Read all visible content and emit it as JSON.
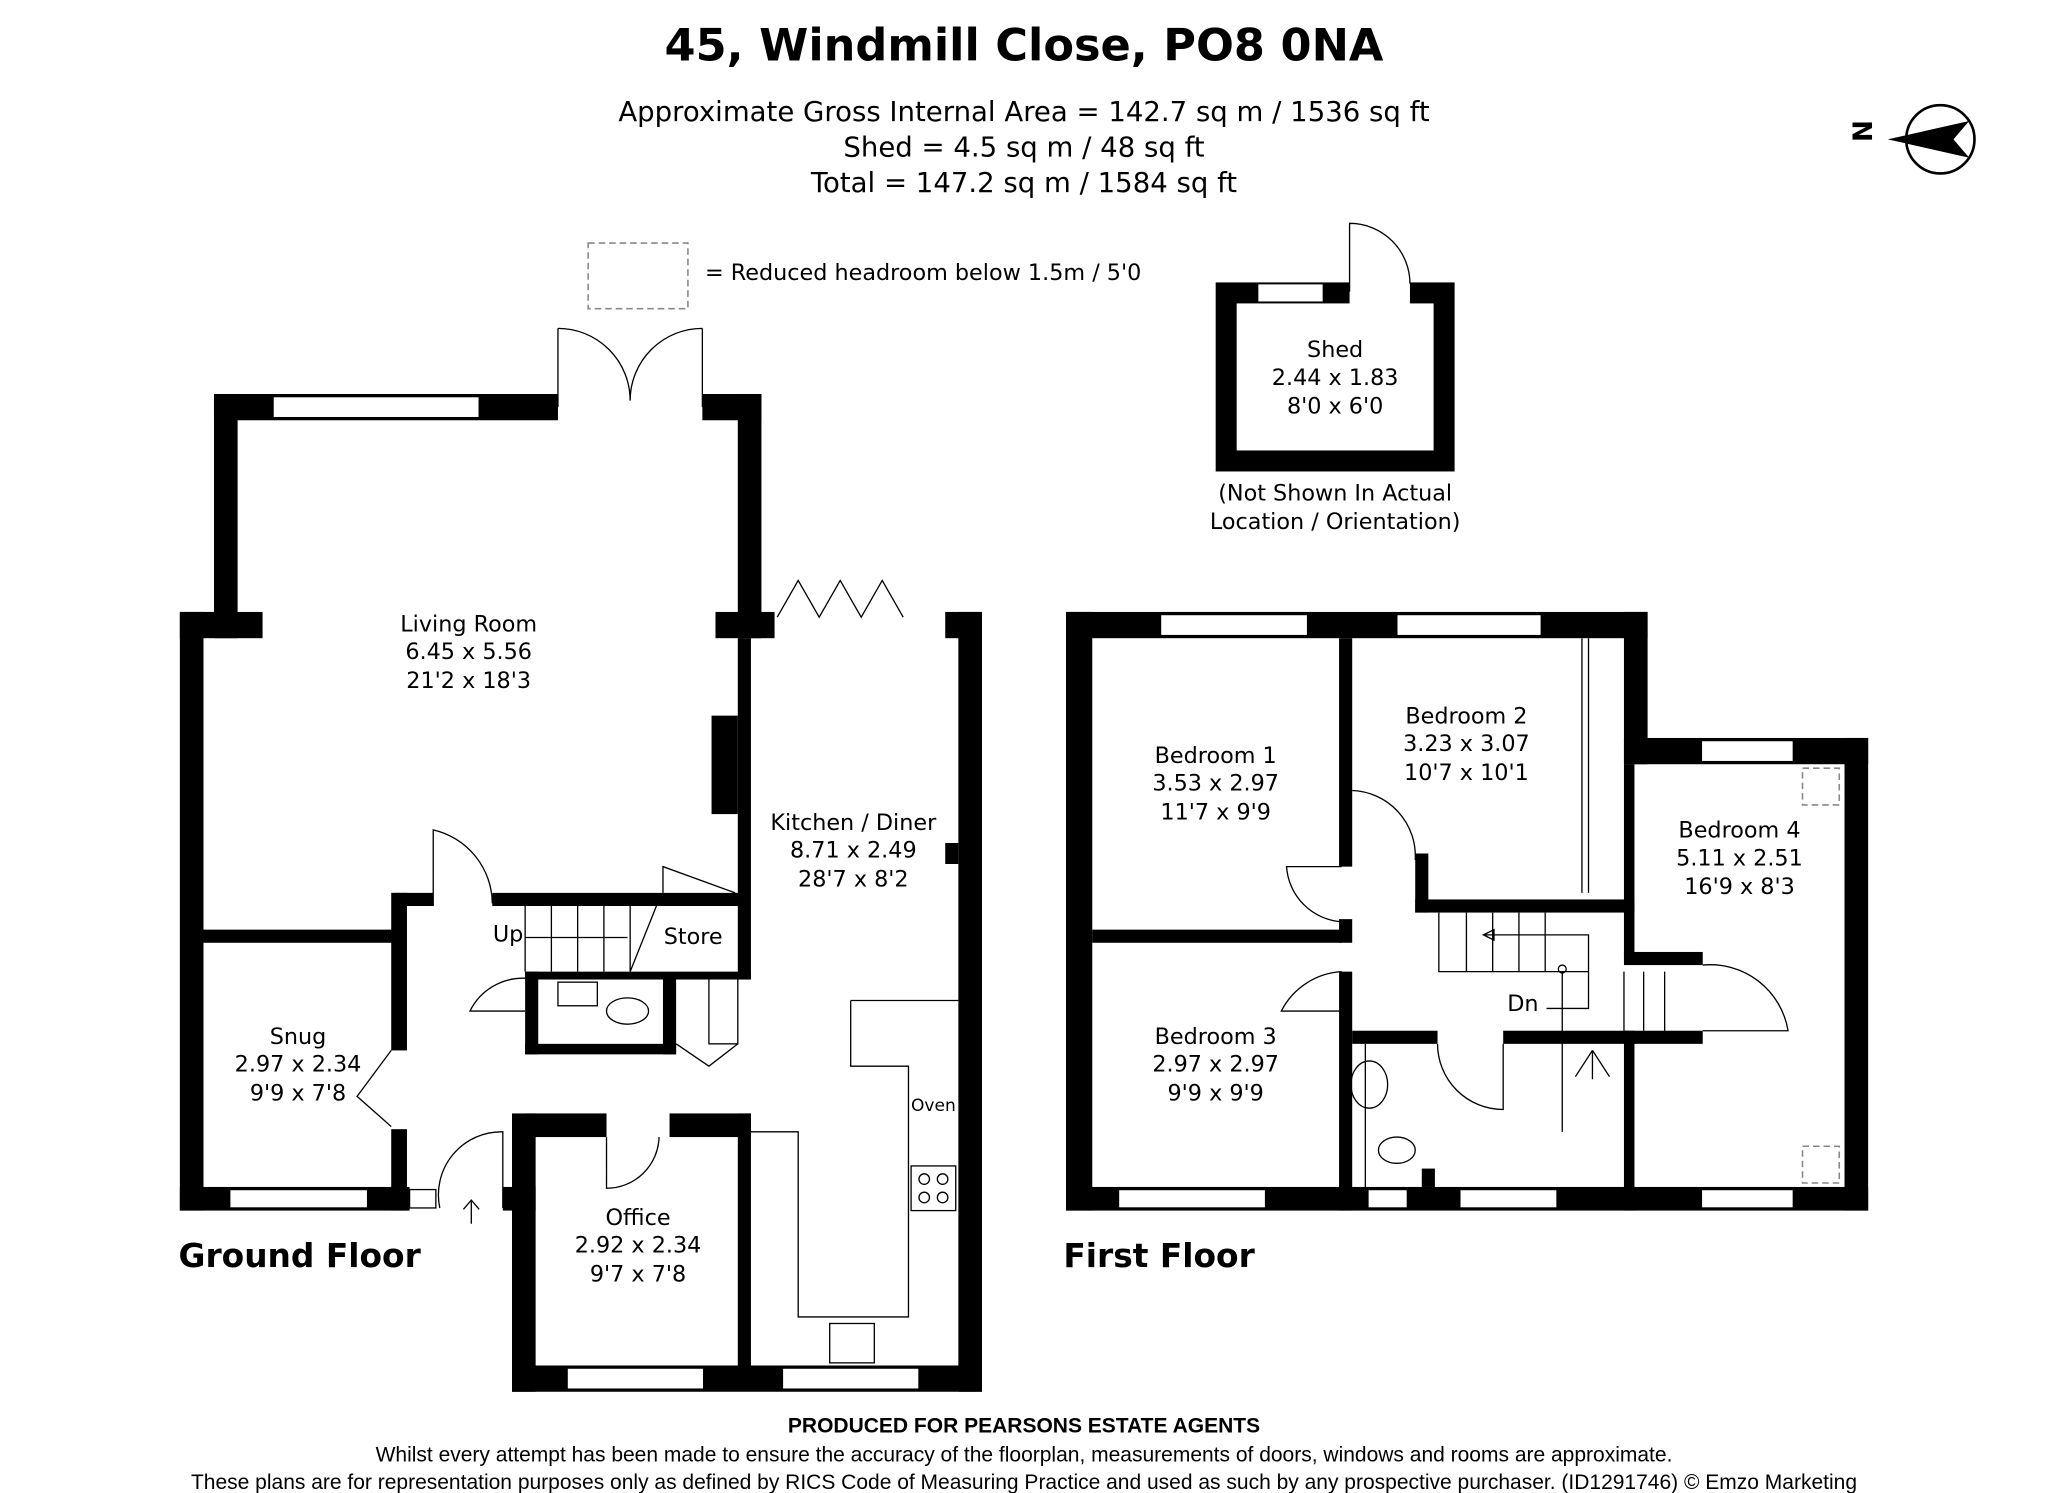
{
  "header": {
    "title": "45, Windmill Close, PO8 0NA",
    "area_lines": [
      "Approximate Gross Internal Area = 142.7 sq m / 1536 sq ft",
      "Shed = 4.5 sq m / 48 sq ft",
      "Total = 147.2 sq m / 1584 sq ft"
    ],
    "compass_label": "N"
  },
  "legend": {
    "text": "= Reduced headroom below 1.5m / 5'0"
  },
  "shed": {
    "name": "Shed",
    "metric": "2.44 x 1.83",
    "imperial": "8'0 x 6'0",
    "note": [
      "(Not Shown In Actual",
      "Location / Orientation)"
    ]
  },
  "ground_floor": {
    "label": "Ground Floor",
    "rooms": [
      {
        "name": "Living Room",
        "metric": "6.45 x 5.56",
        "imperial": "21'2 x 18'3"
      },
      {
        "name": "Kitchen / Diner",
        "metric": "8.71 x 2.49",
        "imperial": "28'7 x 8'2"
      },
      {
        "name": "Snug",
        "metric": "2.97 x 2.34",
        "imperial": "9'9 x 7'8"
      },
      {
        "name": "Office",
        "metric": "2.92 x 2.34",
        "imperial": "9'7 x 7'8"
      }
    ],
    "labels": {
      "up": "Up",
      "store": "Store",
      "oven": "Oven"
    }
  },
  "first_floor": {
    "label": "First Floor",
    "rooms": [
      {
        "name": "Bedroom 1",
        "metric": "3.53 x 2.97",
        "imperial": "11'7 x 9'9"
      },
      {
        "name": "Bedroom 2",
        "metric": "3.23 x 3.07",
        "imperial": "10'7 x 10'1"
      },
      {
        "name": "Bedroom 3",
        "metric": "2.97 x 2.97",
        "imperial": "9'9 x 9'9"
      },
      {
        "name": "Bedroom 4",
        "metric": "5.11 x 2.51",
        "imperial": "16'9 x 8'3"
      }
    ],
    "labels": {
      "down": "Dn"
    }
  },
  "footer": {
    "produced_for": "PRODUCED FOR PEARSONS ESTATE AGENTS",
    "line1": "Whilst every attempt has been made to ensure the accuracy of the floorplan, measurements of doors, windows and rooms are approximate.",
    "line2": "These plans are for representation purposes only as defined by RICS Code of Measuring Practice and used as such by any prospective purchaser. (ID1291746) © Emzo Marketing"
  }
}
